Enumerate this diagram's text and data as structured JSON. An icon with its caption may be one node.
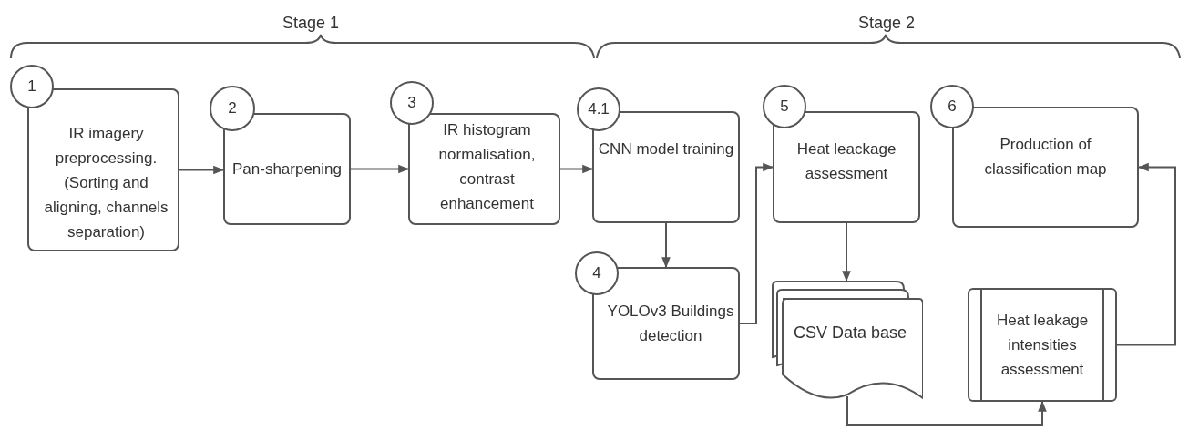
{
  "diagram": {
    "nodes": [
      {
        "text": [
          "IR imagery preprocessing. (Sorting and aligning, channels separation)"
        ]
      },
      {
        "text": [
          "1"
        ]
      },
      {
        "text": [
          "Pan-sharpening"
        ]
      },
      {
        "text": [
          "2"
        ]
      },
      {
        "text": [
          "IR histogram normalisation, contrast enhancement"
        ]
      },
      {
        "text": [
          "3"
        ]
      },
      {
        "text": [
          "CNN model training"
        ]
      },
      {
        "text": [
          "4.1"
        ]
      },
      {
        "text": [
          "YOLOv3 Buildings detection"
        ]
      },
      {
        "text": [
          "4"
        ]
      },
      {
        "text": [
          "Heat leackage assessment"
        ]
      },
      {
        "text": [
          "5"
        ]
      },
      {
        "text": [
          "Production of classification map"
        ]
      },
      {
        "text": [
          "6"
        ]
      },
      {
        "text": [
          "CSV Data base"
        ]
      },
      {
        "text": [
          "Heat leakage intensities assessment"
        ]
      }
    ],
    "edges": [
      {
        "from": 0,
        "to": 2,
        "arrow": "to"
      },
      {
        "from": 2,
        "to": 4,
        "arrow": "to"
      },
      {
        "from": 4,
        "to": 6,
        "arrow": "to"
      },
      {
        "from": 6,
        "to": 8,
        "arrow": "to"
      },
      {
        "from": 8,
        "to": 10,
        "arrow": "to"
      },
      {
        "from": 10,
        "to": 14,
        "arrow": "to"
      },
      {
        "from": 14,
        "to": 15,
        "arrow": "to"
      },
      {
        "from": 15,
        "to": 12,
        "arrow": "to"
      }
    ],
    "labels": [
      "Stage 1",
      "Stage 2"
    ]
  }
}
